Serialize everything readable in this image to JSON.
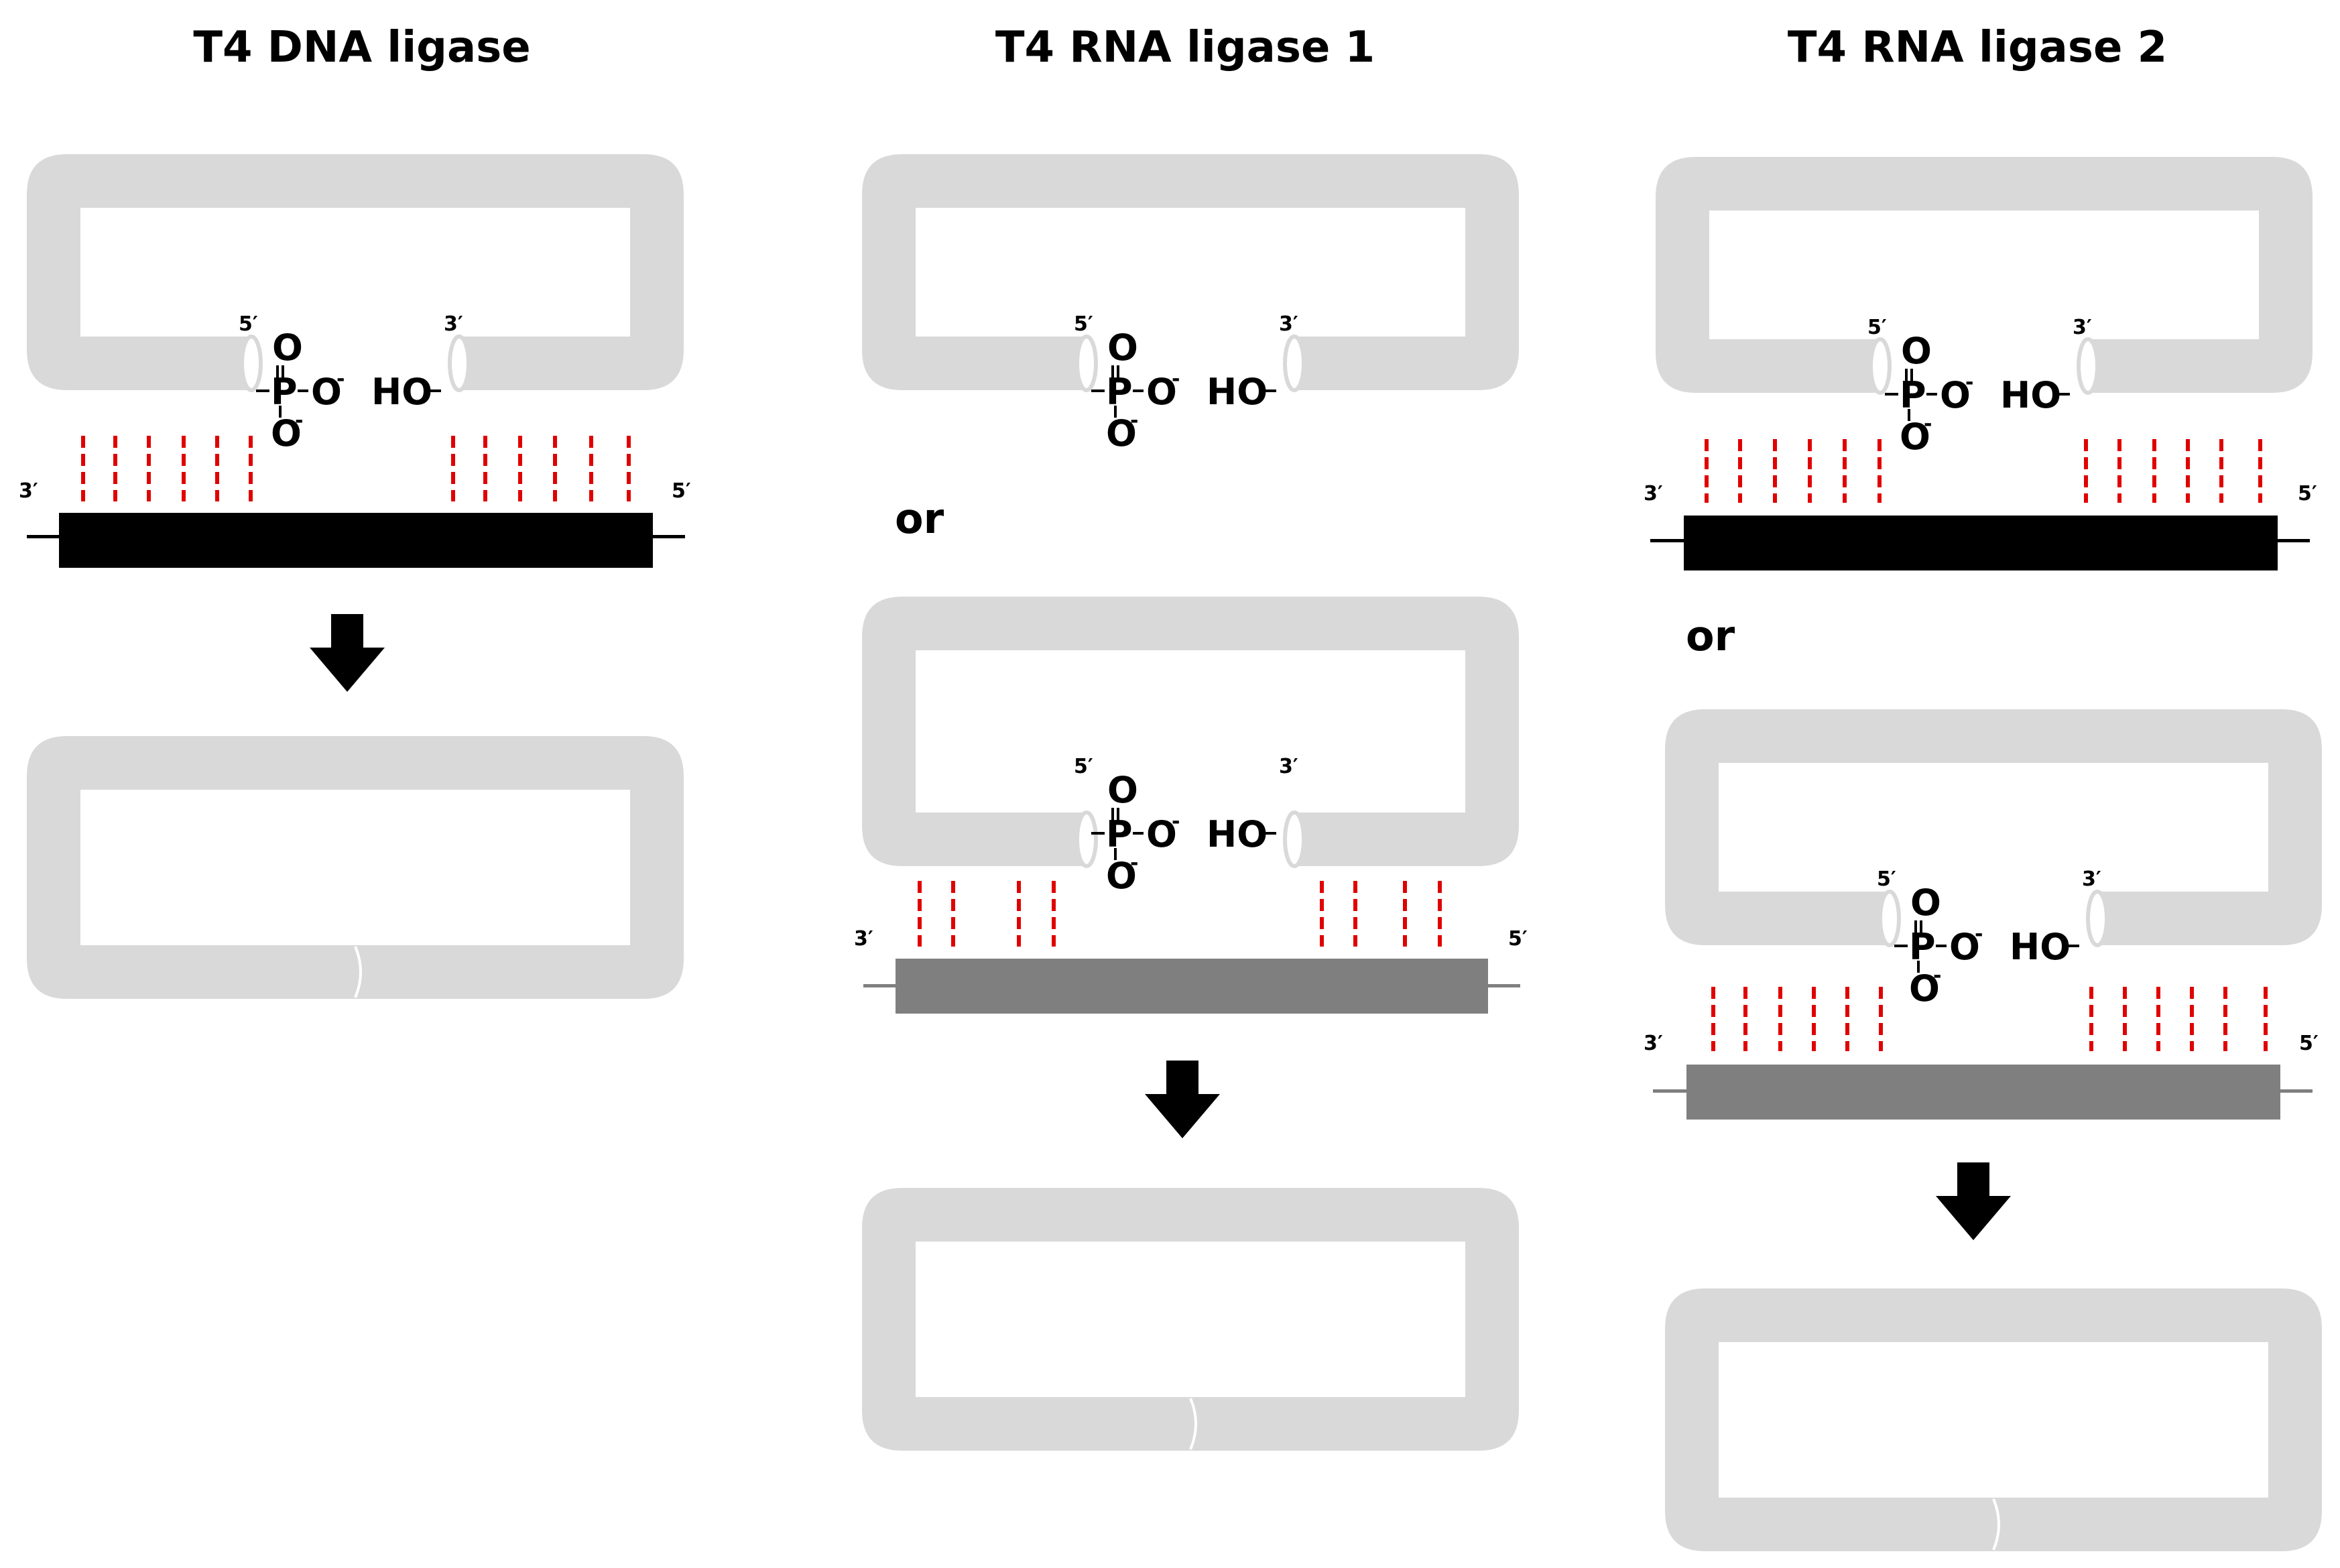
{
  "panels": [
    {
      "title": "T4 DNA ligase",
      "or_label": ""
    },
    {
      "title": "T4 RNA ligase 1",
      "or_label": "or"
    },
    {
      "title": "T4 RNA ligase 2",
      "or_label": "or"
    }
  ],
  "labels": {
    "end_5": "5′",
    "end_3": "3′",
    "phosphate_atom": "P",
    "oxygen": "O",
    "oxygen_anion": "O",
    "charge": "-",
    "hydroxyl": "HO"
  },
  "colors": {
    "loop": "#d9d9d9",
    "dna_splint": "#000000",
    "rna_splint": "#7f7f7f",
    "base_pairs": "#e00000",
    "arrow": "#000000"
  }
}
